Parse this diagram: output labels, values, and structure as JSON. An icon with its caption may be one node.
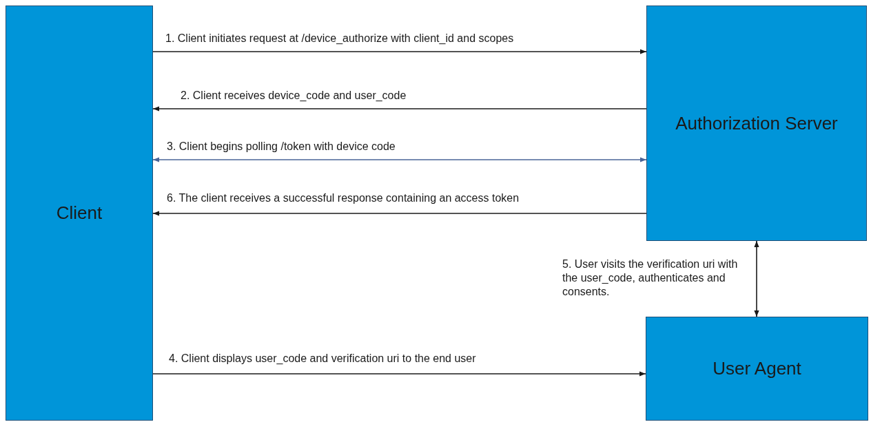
{
  "diagram": {
    "nodes": [
      {
        "text": [
          "Client"
        ]
      },
      {
        "text": [
          "Authorization Server"
        ]
      },
      {
        "text": [
          "User Agent"
        ]
      }
    ],
    "edges": [
      {
        "from": 0,
        "to": 1,
        "arrow": "to",
        "label": "1. Client initiates request at /device_authorize with client_id and scopes"
      },
      {
        "from": 1,
        "to": 0,
        "arrow": "to",
        "label": "2. Client receives device_code and user_code"
      },
      {
        "from": 0,
        "to": 1,
        "arrow": "both",
        "label": "3. Client begins polling /token with device code",
        "color": "#4a6497"
      },
      {
        "from": 1,
        "to": 0,
        "arrow": "to",
        "label": "6. The client receives a successful response containing an access token"
      },
      {
        "from": 1,
        "to": 2,
        "arrow": "both",
        "label": "5. User visits the verification uri with the user_code, authenticates and consents."
      },
      {
        "from": 0,
        "to": 2,
        "arrow": "to",
        "label": "4. Client displays user_code and verification uri to the end user"
      }
    ]
  }
}
